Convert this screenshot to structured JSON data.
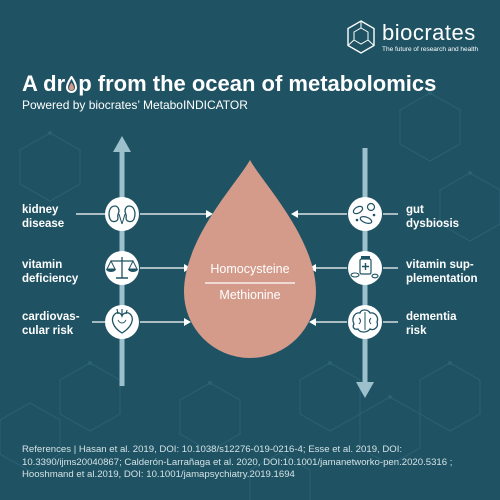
{
  "brand": {
    "name": "biocrates",
    "tagline": "The future of research and health"
  },
  "header": {
    "title_part1": "A dr",
    "title_part2": "p from the ocean of metabolomics",
    "subtitle": "Powered by biocrates’ MetaboINDICATOR"
  },
  "drop": {
    "top_label": "Homocysteine",
    "bottom_label": "Methionine",
    "color": "#d49a8a"
  },
  "left_items": [
    {
      "line1": "kidney",
      "line2": "disease",
      "icon": "kidneys-icon"
    },
    {
      "line1": "vitamin",
      "line2": "deficiency",
      "icon": "scales-icon"
    },
    {
      "line1": "cardiovas-",
      "line2": "cular risk",
      "icon": "heart-icon"
    }
  ],
  "right_items": [
    {
      "line1": "gut",
      "line2": "dysbiosis",
      "icon": "bacteria-icon"
    },
    {
      "line1": "vitamin sup-",
      "line2": "plementation",
      "icon": "pills-icon"
    },
    {
      "line1": "dementia",
      "line2": "risk",
      "icon": "brain-icon"
    }
  ],
  "references": "References | Hasan et al. 2019, DOI: 10.1038/s12276-019-0216-4; Esse et al. 2019, DOI: 10.3390/ijms20040867; Calderón-Larrañaga et al. 2020, DOI:10.1001/jamanetworko-pen.2020.5316 ; Hooshmand et al.2019, DOI: 10.1001/jamapsychiatry.2019.1694",
  "colors": {
    "background": "#1f5363",
    "arrow": "#9cc0cc",
    "text": "#ffffff"
  }
}
